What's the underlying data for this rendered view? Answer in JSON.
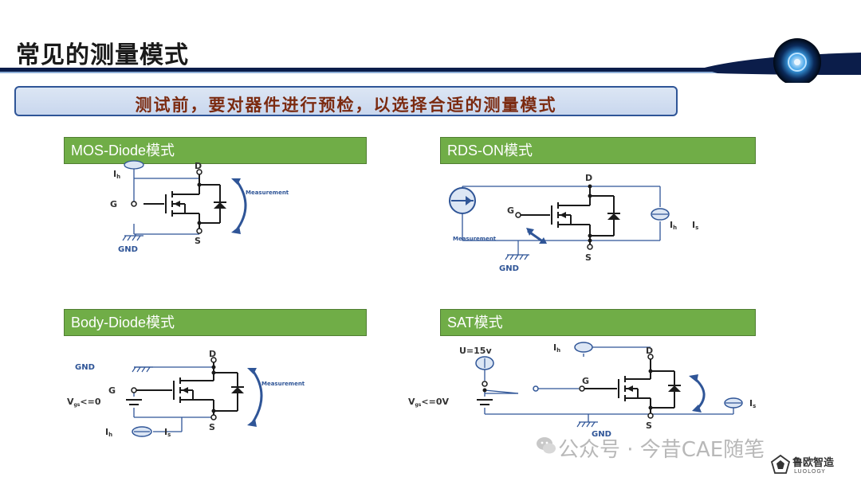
{
  "page": {
    "title": "常见的测量模式",
    "subtitle": "测试前，要对器件进行预检，以选择合适的测量模式"
  },
  "panels": [
    {
      "label": "MOS-Diode模式",
      "nodes": {
        "ih": "I",
        "ih_sub": "h",
        "d": "D",
        "g": "G",
        "s": "S",
        "gnd": "GND",
        "measurement": "Measurement"
      }
    },
    {
      "label": "RDS-ON模式",
      "nodes": {
        "d": "D",
        "g": "G",
        "s": "S",
        "gnd": "GND",
        "measurement": "Measurement",
        "ih": "I",
        "ih_sub": "h",
        "is": "I",
        "is_sub": "s"
      }
    },
    {
      "label": "Body-Diode模式",
      "nodes": {
        "gnd": "GND",
        "d": "D",
        "g": "G",
        "s": "S",
        "vgs": "V",
        "vgs_sub": "gs",
        "vgs_rest": "<=0",
        "measurement": "Measurement",
        "ih": "I",
        "ih_sub": "h",
        "is": "I",
        "is_sub": "s"
      }
    },
    {
      "label": "SAT模式",
      "nodes": {
        "u": "U=15v",
        "ih": "I",
        "ih_sub": "h",
        "d": "D",
        "g": "G",
        "s": "S",
        "vgs": "V",
        "vgs_sub": "gs",
        "vgs_rest": "<=0V",
        "gnd": "GND",
        "is": "I",
        "is_sub": "s"
      }
    }
  ],
  "watermark": {
    "text": "公众号 · 今昔CAE随笔"
  },
  "logo": {
    "name": "鲁欧智造",
    "sub": "LUOLOGY"
  },
  "colors": {
    "accent": "#2f5597",
    "label_green": "#70ad47",
    "subtitle_text": "#7b2a10",
    "circuit_line": "#1a1a1a",
    "wire": "#2f5597"
  }
}
